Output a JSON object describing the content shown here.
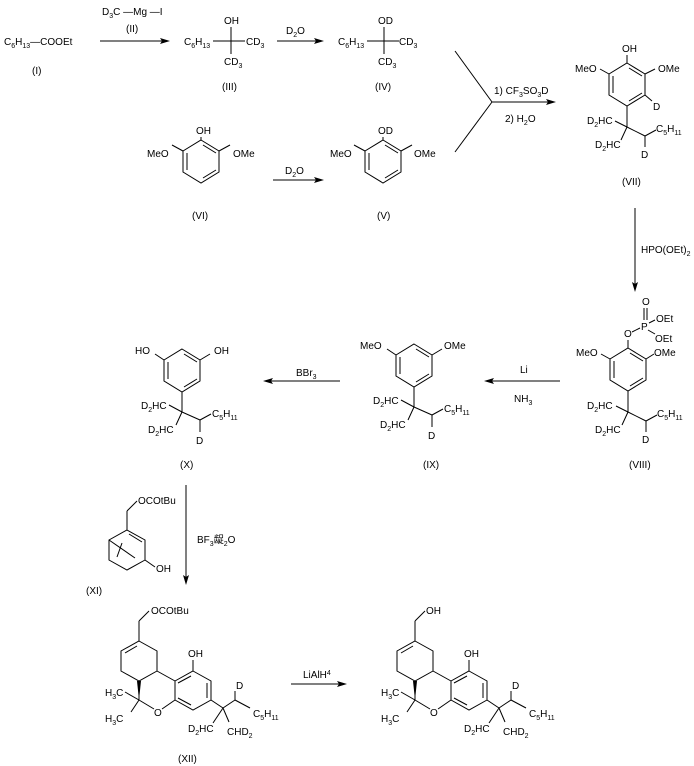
{
  "diagram": {
    "title": "Synthesis scheme of deuterated cannabinoid",
    "compounds": {
      "I": {
        "label": "(I)",
        "formula_main": "C",
        "formula_sub1": "6",
        "formula_mid": "H",
        "formula_sub2": "13",
        "formula_tail": "—COOEt"
      },
      "III": {
        "label": "(III)",
        "top": "OH",
        "left_main": "C",
        "left_sub1": "6",
        "left_mid": "H",
        "left_sub2": "13",
        "right": "CD",
        "right_sub": "3",
        "bottom": "CD",
        "bottom_sub": "3"
      },
      "IV": {
        "label": "(IV)",
        "top": "OD",
        "left_main": "C",
        "left_sub1": "6",
        "left_mid": "H",
        "left_sub2": "13",
        "right": "CD",
        "right_sub": "3",
        "bottom": "CD",
        "bottom_sub": "3"
      },
      "VI": {
        "label": "(VI)",
        "top": "OH",
        "left": "MeO",
        "right": "OMe"
      },
      "V": {
        "label": "(V)",
        "top": "OD",
        "left": "MeO",
        "right": "OMe"
      },
      "VII": {
        "label": "(VII)",
        "top": "OH",
        "left": "MeO",
        "right": "OMe",
        "ring_d": "D",
        "ch2a": "D",
        "ch2a_sub": "2",
        "ch2a_tail": "HC",
        "ch2b": "D",
        "ch2b_sub": "2",
        "ch2b_tail": "HC",
        "chain": "C",
        "chain_sub1": "5",
        "chain_mid": "H",
        "chain_sub2": "11",
        "d": "D"
      },
      "VIII": {
        "label": "(VIII)",
        "p_o": "O",
        "p": "P",
        "oet1": "OEt",
        "oet2": "OEt",
        "o": "O",
        "left": "MeO",
        "right": "OMe",
        "ch2a": "D",
        "ch2a_sub": "2",
        "ch2a_tail": "HC",
        "ch2b": "D",
        "ch2b_sub": "2",
        "ch2b_tail": "HC",
        "chain": "C",
        "chain_sub1": "5",
        "chain_mid": "H",
        "chain_sub2": "11",
        "d": "D"
      },
      "IX": {
        "label": "(IX)",
        "left": "MeO",
        "right": "OMe",
        "ch2a": "D",
        "ch2a_sub": "2",
        "ch2a_tail": "HC",
        "ch2b": "D",
        "ch2b_sub": "2",
        "ch2b_tail": "HC",
        "chain": "C",
        "chain_sub1": "5",
        "chain_mid": "H",
        "chain_sub2": "11",
        "d": "D"
      },
      "X": {
        "label": "(X)",
        "left": "HO",
        "right": "OH",
        "ch2a": "D",
        "ch2a_sub": "2",
        "ch2a_tail": "HC",
        "ch2b": "D",
        "ch2b_sub": "2",
        "ch2b_tail": "HC",
        "chain": "C",
        "chain_sub1": "5",
        "chain_mid": "H",
        "chain_sub2": "11",
        "d": "D"
      },
      "XI": {
        "label": "(XI)",
        "ester": "OCOtBu",
        "oh": "OH"
      },
      "XII": {
        "label": "(XII)",
        "ester": "OCOtBu",
        "oh": "OH",
        "o": "O",
        "me1": "H",
        "me1_sub": "3",
        "me1_tail": "C",
        "me2": "H",
        "me2_sub": "3",
        "me2_tail": "C",
        "d": "D",
        "chain": "C",
        "chain_sub1": "5",
        "chain_mid": "H",
        "chain_sub2": "11",
        "ch2": "D",
        "ch2_sub": "2",
        "ch2_tail": "HC",
        "chd2": "CHD",
        "chd2_sub": "2"
      },
      "final": {
        "label": "",
        "ch2oh": "OH",
        "oh": "OH",
        "o": "O",
        "me1": "H",
        "me1_sub": "3",
        "me1_tail": "C",
        "me2": "H",
        "me2_sub": "3",
        "me2_tail": "C",
        "d": "D",
        "chain": "C",
        "chain_sub1": "5",
        "chain_mid": "H",
        "chain_sub2": "11",
        "ch2": "D",
        "ch2_sub": "2",
        "ch2_tail": "HC",
        "chd2": "CHD",
        "chd2_sub": "2"
      }
    },
    "reagents": {
      "step1": {
        "line1_a": "D",
        "line1_sub": "3",
        "line1_b": "C —Mg —I",
        "line2": "(II)"
      },
      "step2": {
        "main": "D",
        "sub": "2",
        "tail": "O"
      },
      "step3": {
        "main": "D",
        "sub": "2",
        "tail": "O"
      },
      "step4": {
        "line1_a": "1) CF",
        "line1_sub1": "3",
        "line1_b": "SO",
        "line1_sub2": "3",
        "line1_c": "D",
        "line2_a": "2) H",
        "line2_sub": "2",
        "line2_b": "O"
      },
      "step5": {
        "main": "HPO(OEt)",
        "sub": "2"
      },
      "step6": {
        "line1": "Li",
        "line2_main": "NH",
        "line2_sub": "3"
      },
      "step7": {
        "main": "BBr",
        "sub": "3"
      },
      "step8": {
        "main": "BF",
        "sub": "3",
        "tail": "龊",
        "sub2": "2",
        "tail2": "O"
      },
      "step9": {
        "main": "LiAlH",
        "sub": "4"
      }
    }
  }
}
